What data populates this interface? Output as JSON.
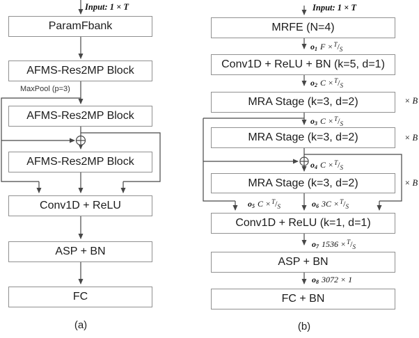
{
  "colors": {
    "line": "#474747",
    "box_border": "#909090",
    "text": "#1c1c1c"
  },
  "panel_a": {
    "caption": "(a)",
    "input_label": "Input: 1 × T",
    "maxpool_label": "MaxPool (p=3)",
    "sum_icon": "circle-plus",
    "boxes": [
      {
        "label": "ParamFbank"
      },
      {
        "label": "AFMS-Res2MP Block"
      },
      {
        "label": "AFMS-Res2MP Block"
      },
      {
        "label": "AFMS-Res2MP Block"
      },
      {
        "label": "Conv1D + ReLU"
      },
      {
        "label": "ASP + BN"
      },
      {
        "label": "FC"
      }
    ]
  },
  "panel_b": {
    "caption": "(b)",
    "input_label": "Input: 1 × T",
    "sum_icon": "circle-plus",
    "repeat_labels": [
      "× B",
      "× B",
      "× B"
    ],
    "boxes": [
      {
        "label": "MRFE (N=4)"
      },
      {
        "label": "Conv1D + ReLU + BN (k=5, d=1)"
      },
      {
        "label": "MRA Stage (k=3, d=2)"
      },
      {
        "label": "MRA Stage (k=3, d=2)"
      },
      {
        "label": "MRA Stage (k=3, d=2)"
      },
      {
        "label": "Conv1D + ReLU (k=1, d=1)"
      },
      {
        "label": "ASP + BN"
      },
      {
        "label": "FC + BN"
      }
    ],
    "edge_labels": [
      {
        "sym": "o",
        "sub": "1",
        "pre": "F ×",
        "num": "T",
        "slash": "/",
        "den": "S"
      },
      {
        "sym": "o",
        "sub": "2",
        "pre": "C ×",
        "num": "T",
        "slash": "/",
        "den": "S"
      },
      {
        "sym": "o",
        "sub": "3",
        "pre": "C ×",
        "num": "T",
        "slash": "/",
        "den": "S"
      },
      {
        "sym": "o",
        "sub": "4",
        "pre": "C ×",
        "num": "T",
        "slash": "/",
        "den": "S"
      },
      {
        "sym": "o",
        "sub": "5",
        "pre": "C ×",
        "num": "T",
        "slash": "/",
        "den": "S"
      },
      {
        "sym": "o",
        "sub": "6",
        "pre": "3C ×",
        "num": "T",
        "slash": "/",
        "den": "S"
      },
      {
        "sym": "o",
        "sub": "7",
        "pre": "1536 ×",
        "num": "T",
        "slash": "/",
        "den": "S"
      },
      {
        "sym": "o",
        "sub": "8",
        "pre": "3072 × 1"
      }
    ]
  }
}
